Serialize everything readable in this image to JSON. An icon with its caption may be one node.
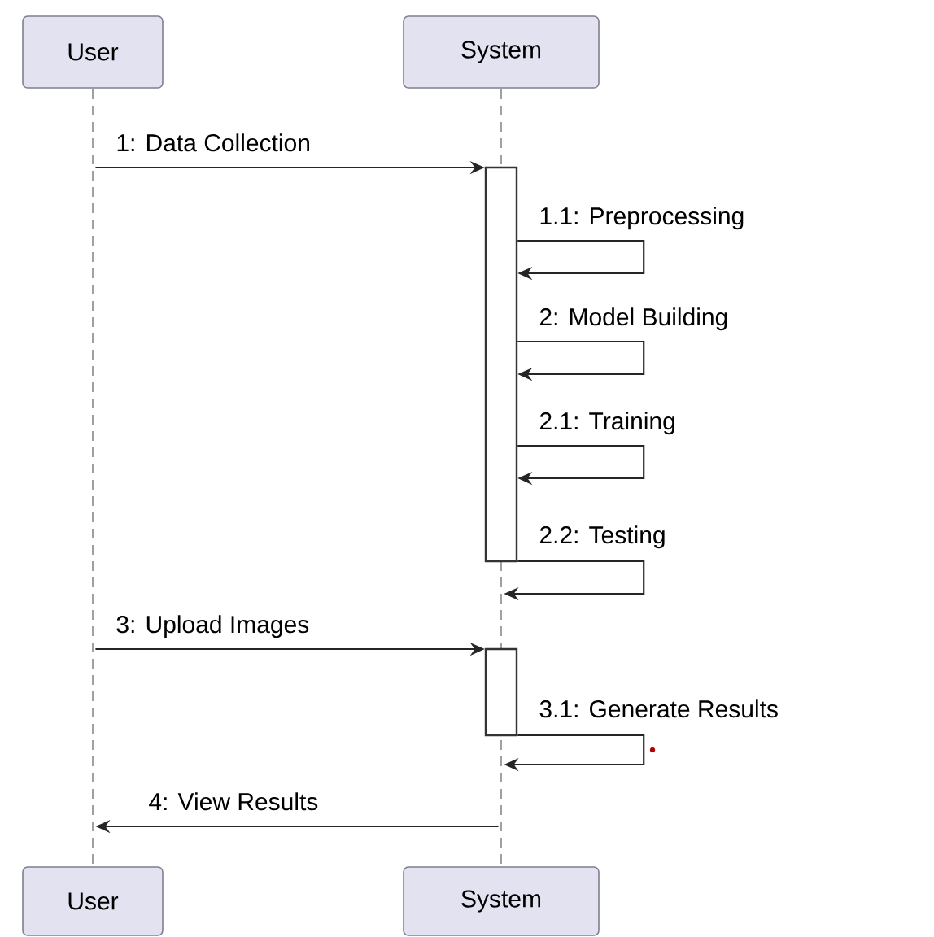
{
  "diagram": {
    "nodes": [
      {
        "text": [
          "User"
        ]
      },
      {
        "text": [
          "System"
        ]
      },
      {
        "text": [],
        "shape": "line"
      },
      {
        "text": [],
        "shape": "line"
      },
      {
        "text": [],
        "shape": "bar"
      },
      {
        "text": [],
        "shape": "bar"
      },
      {
        "text": [
          "User"
        ]
      },
      {
        "text": [
          "System"
        ]
      }
    ],
    "edges": [
      {
        "from": 2,
        "to": 4,
        "arrow": "to",
        "label": "1: Data Collection"
      },
      {
        "from": 4,
        "to": 4,
        "arrow": "to",
        "label": "1.1: Preprocessing"
      },
      {
        "from": 4,
        "to": 4,
        "arrow": "to",
        "label": "2: Model Building"
      },
      {
        "from": 4,
        "to": 4,
        "arrow": "to",
        "label": "2.1: Training"
      },
      {
        "from": 4,
        "to": 3,
        "arrow": "to",
        "label": "2.2: Testing"
      },
      {
        "from": 2,
        "to": 5,
        "arrow": "to",
        "label": "3: Upload Images"
      },
      {
        "from": 5,
        "to": 3,
        "arrow": "to",
        "label": "3.1: Generate Results"
      },
      {
        "from": 3,
        "to": 2,
        "arrow": "to",
        "label": "4: View Results"
      }
    ]
  }
}
